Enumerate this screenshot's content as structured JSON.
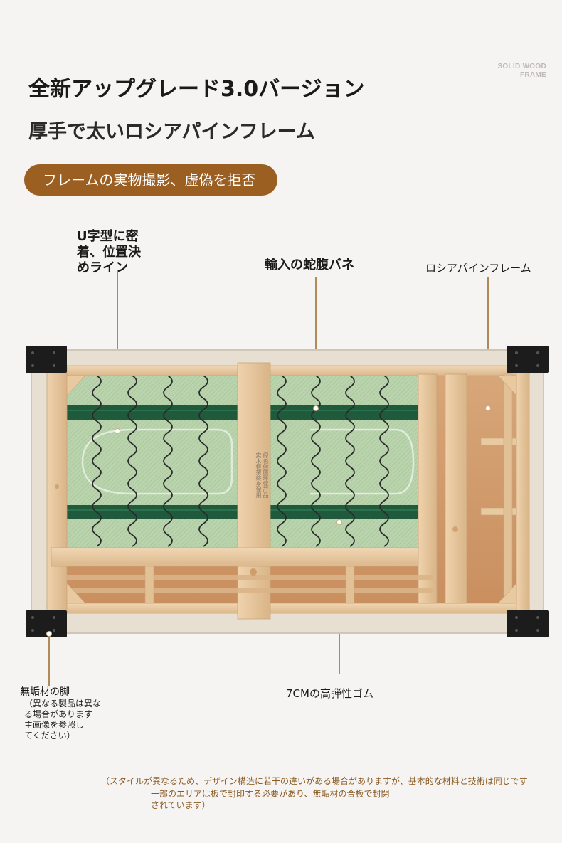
{
  "brand": {
    "line1": "SOLID WOOD",
    "line2": "FRAME"
  },
  "headline": "全新アップグレード3.0バージョン",
  "subheadline": "厚手で太いロシアパインフレーム",
  "pill_text": "フレームの実物撮影、虚偽を拒否",
  "callouts": {
    "u_shape": "U字型に密\n着、位置決\nめライン",
    "springs": "輸入の蛇腹バネ",
    "frame": "ロシアパインフレーム",
    "rubber": "7CMの高弾性ゴム"
  },
  "legs_note": {
    "title": "無垢材の脚",
    "detail": "（異なる製品は異な\nる場合があります\n主画像を参照し\nてください）"
  },
  "board_stamp": "绿色健康环保产品\n实木框架终身保用",
  "footnotes": {
    "line1": "（スタイルが異なるため、デザイン構造に若干の違いがある場合がありますが、基本的な材料と技術は同じです",
    "line2": "一部のエリアは板で封印する必要があり、無垢材の合板で封閉\nされています）"
  },
  "colors": {
    "accent": "#9b5f22",
    "pine": "#e8c9a0",
    "webbing": "#1f5a3c",
    "board": "#b9d3ad",
    "bracket": "#1c1c1c"
  }
}
